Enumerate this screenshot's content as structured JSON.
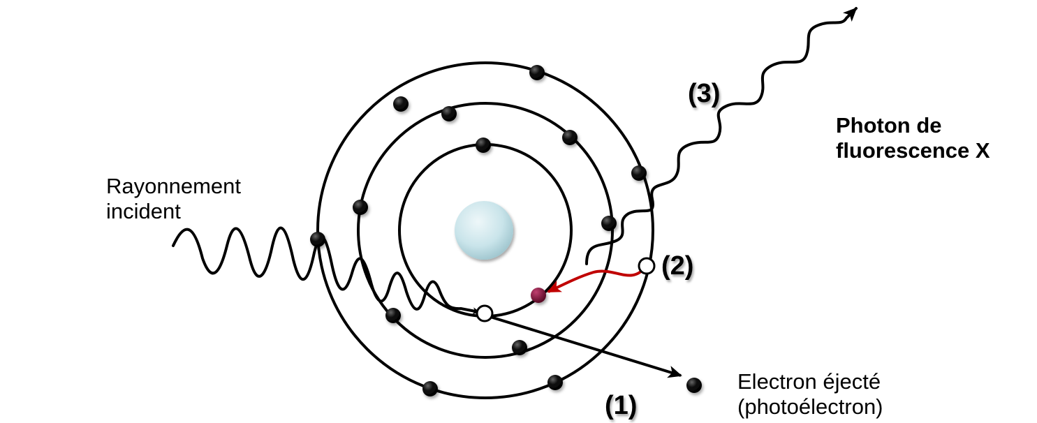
{
  "labels": {
    "incident_line1": "Rayonnement",
    "incident_line2": "incident",
    "fluo_line1": "Photon de",
    "fluo_line2": "fluorescence X",
    "ejected_line1": "Electron éjecté",
    "ejected_line2": "(photoélectron)",
    "step1": "(1)",
    "step2": "(2)",
    "step3": "(3)"
  },
  "colors": {
    "ink": "#000000",
    "transition_arrow": "#c00000",
    "transitioning_electron": "#7a1030",
    "nucleus": "#c9e4ea",
    "vacancy": "#ffffff"
  },
  "icons": {
    "nucleus": "nucleus-icon",
    "electron": "electron-icon",
    "vacancy": "vacancy-icon"
  }
}
